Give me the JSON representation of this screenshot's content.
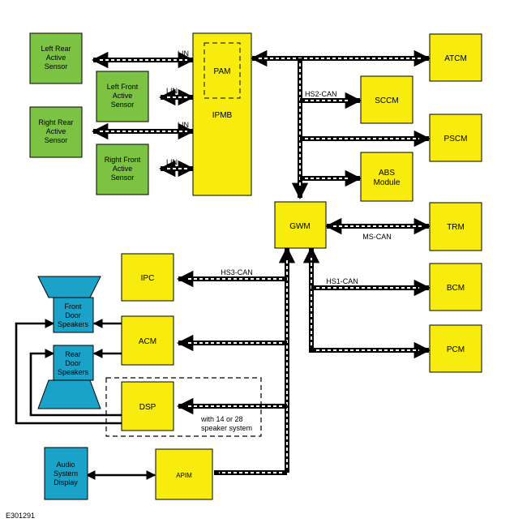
{
  "modules": {
    "left_rear_active_sensor": [
      "Left Rear",
      "Active",
      "Sensor"
    ],
    "left_front_active_sensor": [
      "Left Front",
      "Active",
      "Sensor"
    ],
    "right_rear_active_sensor": [
      "Right Rear",
      "Active",
      "Sensor"
    ],
    "right_front_active_sensor": [
      "Right Front",
      "Active",
      "Sensor"
    ],
    "ipmb": "IPMB",
    "pam": "PAM",
    "atcm": "ATCM",
    "sccm": "SCCM",
    "pscm": "PSCM",
    "abs_module": [
      "ABS",
      "Module"
    ],
    "gwm": "GWM",
    "trm": "TRM",
    "bcm": "BCM",
    "pcm": "PCM",
    "ipc": "IPC",
    "acm": "ACM",
    "dsp": "DSP",
    "apim": "APIM",
    "front_door_speakers": [
      "Front",
      "Door",
      "Speakers"
    ],
    "rear_door_speakers": [
      "Rear",
      "Door",
      "Speakers"
    ],
    "audio_system_display": [
      "Audio",
      "System",
      "Display"
    ]
  },
  "buses": {
    "lin": "LIN",
    "hs2_can": "HS2-CAN",
    "ms_can": "MS-CAN",
    "hs3_can": "HS3-CAN",
    "hs1_can": "HS1-CAN"
  },
  "notes": {
    "speaker_option": [
      "with 14 or 28",
      "speaker system"
    ]
  },
  "figure_id": "E301291",
  "colors": {
    "module_yellow": "#f7ec0d",
    "sensor_green": "#7cc243",
    "speaker_blue": "#1aa2c8",
    "line": "#000000"
  }
}
